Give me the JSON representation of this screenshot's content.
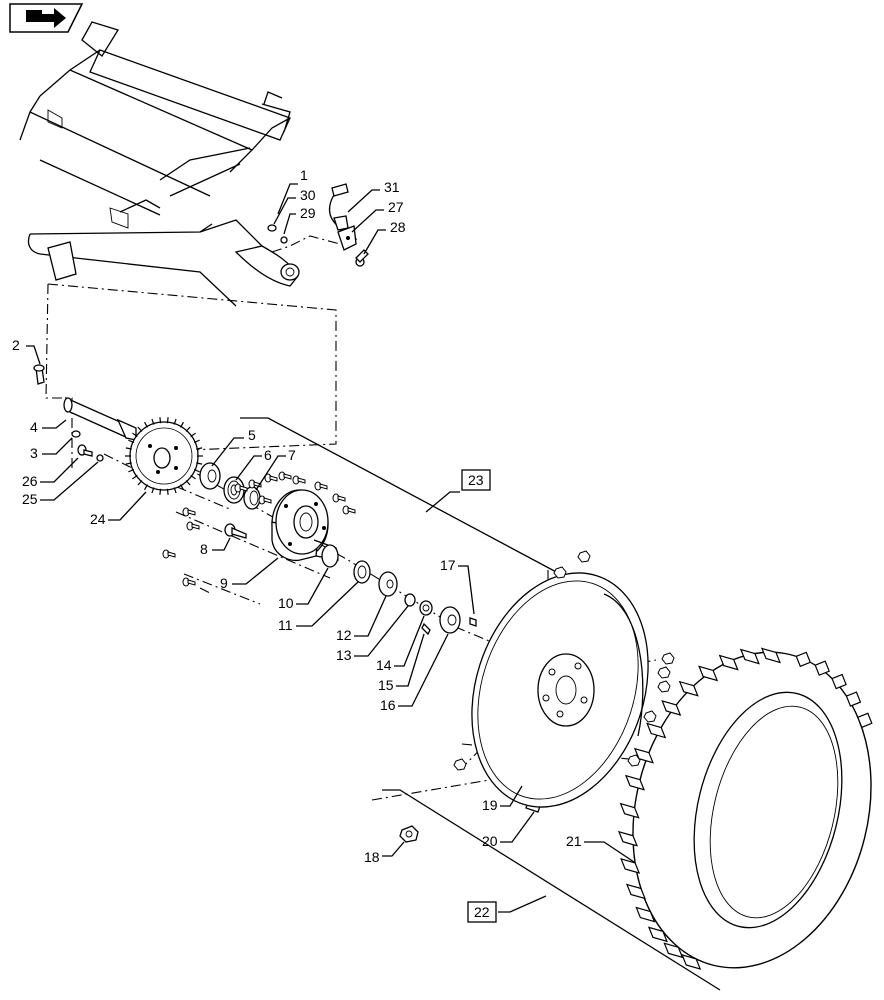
{
  "nav_icon": "bookmark-arrow-icon",
  "diagram": {
    "callouts": [
      "1",
      "2",
      "3",
      "4",
      "5",
      "6",
      "7",
      "8",
      "9",
      "10",
      "11",
      "12",
      "13",
      "14",
      "15",
      "16",
      "17",
      "18",
      "19",
      "20",
      "21",
      "24",
      "25",
      "26",
      "27",
      "28",
      "29",
      "30",
      "31"
    ],
    "boxed_callouts": [
      "22",
      "23"
    ]
  }
}
